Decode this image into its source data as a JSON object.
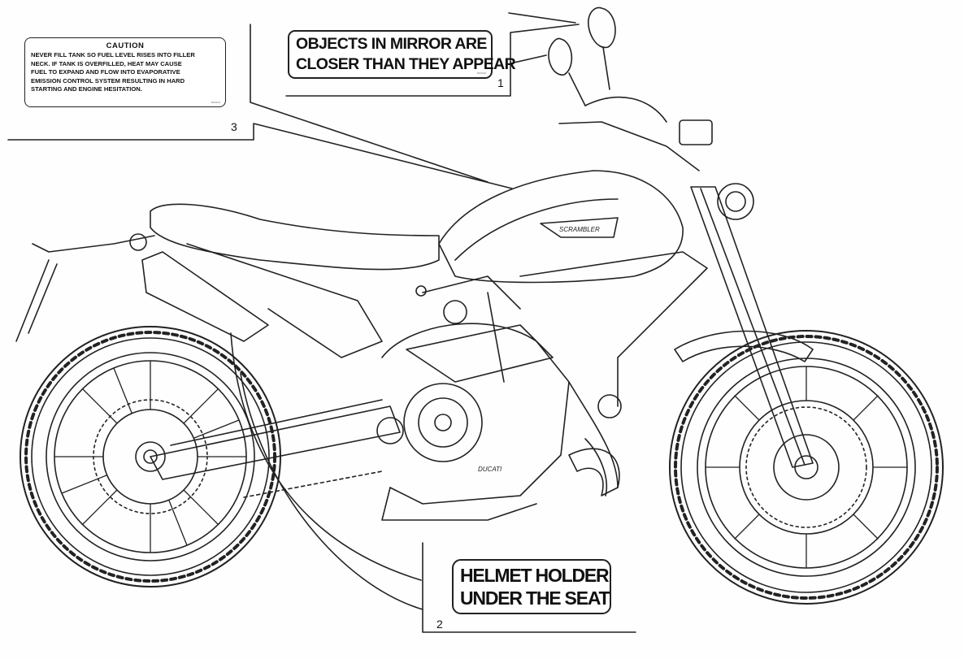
{
  "labels": {
    "caution": {
      "title": "CAUTION",
      "lines": [
        "NEVER FILL TANK SO FUEL LEVEL RISES INTO FILLER",
        "NECK. IF TANK IS OVERFILLED, HEAT MAY CAUSE",
        "FUEL TO EXPAND AND FLOW INTO EVAPORATIVE",
        "EMISSION CONTROL SYSTEM RESULTING IN HARD",
        "STARTING AND ENGINE HESITATION."
      ]
    },
    "mirror": {
      "line1": "OBJECTS IN MIRROR ARE",
      "line2": "CLOSER THAN THEY APPEAR"
    },
    "helmet": {
      "line1": "HELMET HOLDER",
      "line2": "UNDER THE SEAT"
    }
  },
  "callouts": {
    "one": "1",
    "two": "2",
    "three": "3"
  },
  "tank_badge": "SCRAMBLER",
  "engine_badge": "DUCATI",
  "colors": {
    "line": "#222222",
    "background": "#fefefe"
  }
}
